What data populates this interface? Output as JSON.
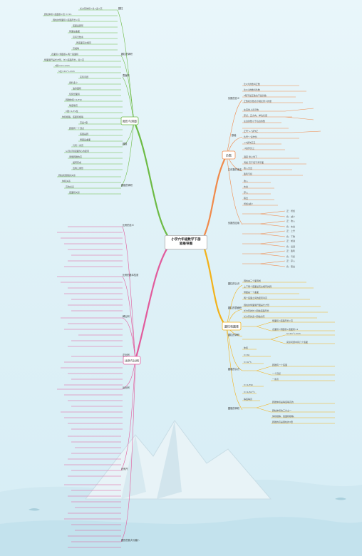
{
  "center": {
    "title_line1": "小学六年级数学下册",
    "title_line2": "思维导图"
  },
  "branches": {
    "left_top": {
      "label": "图形与测量",
      "color": "#6dbb45"
    },
    "left_bottom": {
      "label": "比例与比例",
      "color": "#e15b9c"
    },
    "right_top": {
      "label": "负数",
      "color": "#f08a4b"
    },
    "right_bottom": {
      "label": "圆柱和圆锥",
      "color": "#f2b21b"
    }
  },
  "left_top_subs": [
    "圆柱",
    "圆锥",
    "圆柱的体积",
    "表面积",
    "圆锥的体积"
  ],
  "left_bottom_subs": [
    "比例的意义",
    "比例的基本性质",
    "解比例",
    "正比例",
    "反比例",
    "比例尺",
    "图形的放大与缩小"
  ],
  "right_top_subs": [
    "负数的意义",
    "数轴",
    "正负数的读法",
    "负数的应用"
  ],
  "right_bottom_subs": [
    "圆柱的认识",
    "圆柱的表面积",
    "圆柱的体积",
    "圆锥的认识",
    "圆锥的体积"
  ]
}
